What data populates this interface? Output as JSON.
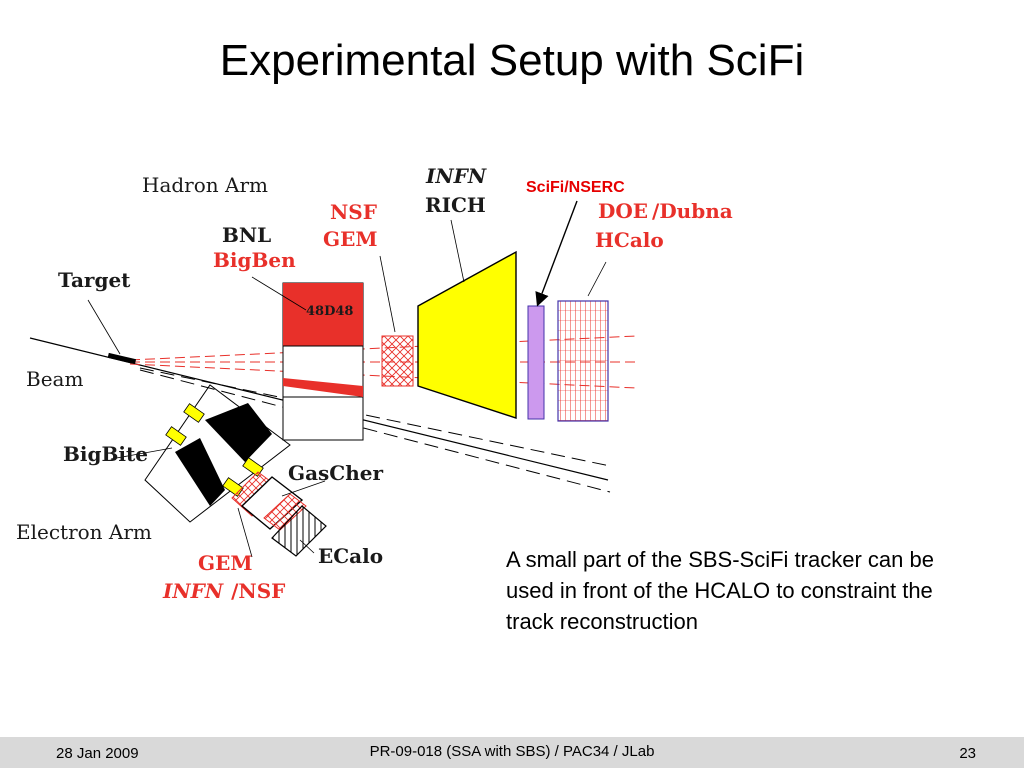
{
  "title": "Experimental Setup with SciFi",
  "labels": {
    "hadron_arm": "Hadron Arm",
    "target": "Target",
    "beam": "Beam",
    "bigbite": "BigBite",
    "electron_arm": "Electron Arm",
    "bnl": "BNL",
    "bigben": "BigBen",
    "magnet": "48D48",
    "nsf_top": "NSF",
    "gem_top": "GEM",
    "infn_top": "INFN",
    "rich": "RICH",
    "scifi": "SciFi/NSERC",
    "doe": "DOE",
    "dubna": "/Dubna",
    "hcalo": "HCalo",
    "gascher": "GasCher",
    "ecalo": "ECalo",
    "gem_bottom": "GEM",
    "infn_bottom": "INFN",
    "nsf_bottom": "/NSF"
  },
  "caption": "A small part of the SBS-SciFi tracker can be used in front of the HCALO to constraint the track reconstruction",
  "footer": {
    "date": "28 Jan 2009",
    "center": "PR-09-018 (SSA with SBS) / PAC34 / JLab",
    "page": "23"
  },
  "colors": {
    "red": "#e8302a",
    "yellow": "#ffff00",
    "violet": "#cc99ee",
    "blue_outline": "#4433aa"
  }
}
